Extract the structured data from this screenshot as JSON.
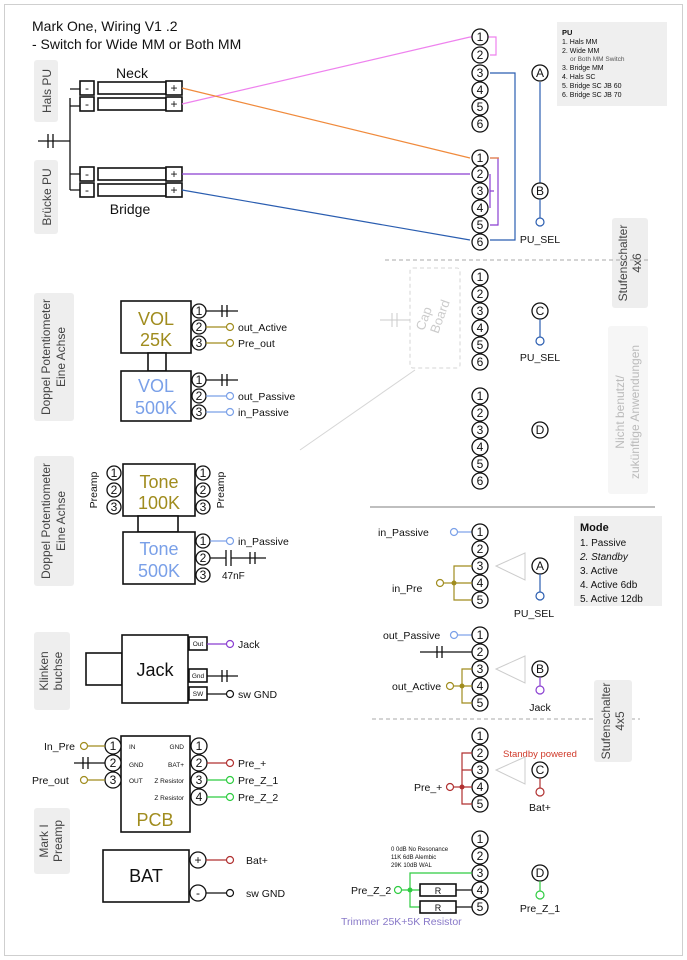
{
  "title": {
    "line1": "Mark One, Wiring V1 .2",
    "line2": "- Switch for Wide MM or Both MM"
  },
  "pickups": {
    "neck_label": "Neck",
    "bridge_label": "Bridge",
    "hals_tag": "Hals PU",
    "bruecke_tag": "Brücke PU",
    "minus": "-",
    "plus": "+"
  },
  "pu_legend": {
    "title": "PU",
    "items": [
      "1. Hals MM",
      "2. Wide MM",
      "or Both MM Switch",
      "3. Bridge MM",
      "4. Hals SC",
      "5. Bridge SC JB 60",
      "6. Bridge SC JB 70"
    ]
  },
  "switch_4x6": {
    "tag": "Stufenschalter",
    "tag2": "4x6",
    "unused_tag": "Nicht benutzt/",
    "unused_tag2": "zukünftige Anwendungen",
    "deck_a": "A",
    "deck_b": "B",
    "deck_c": "C",
    "deck_d": "D",
    "pu_sel_1": "PU_SEL",
    "pu_sel_2": "PU_SEL",
    "numbers": [
      "1",
      "2",
      "3",
      "4",
      "5",
      "6"
    ]
  },
  "cap_board": {
    "line1": "Cap",
    "line2": "Board"
  },
  "pot1": {
    "tag1": "Doppel Potentiometer",
    "tag2": "Eine Achse",
    "vol_active": "VOL",
    "vol_active_value": "25K",
    "vol_passive": "VOL",
    "vol_passive_value": "500K",
    "out_active": "out_Active",
    "pre_out": "Pre_out",
    "out_passive": "out_Passive",
    "in_passive": "in_Passive"
  },
  "pot2": {
    "tag1": "Doppel Potentiometer",
    "tag2": "Eine Achse",
    "tone_active": "Tone",
    "tone_active_value": "100K",
    "tone_passive": "Tone",
    "tone_passive_value": "500K",
    "preamp_left": "Preamp",
    "preamp_right": "Preamp",
    "in_passive": "in_Passive",
    "cap": "47nF"
  },
  "jack": {
    "tag1": "Klinken",
    "tag2": "buchse",
    "label": "Jack",
    "pin_out": "Out",
    "pin_gnd": "Gnd",
    "pin_sw": "SW",
    "out_label": "Jack",
    "sw_label": "sw GND"
  },
  "pcb": {
    "tag1": "Mark I",
    "tag2": "Preamp",
    "label": "PCB",
    "pin_in": "IN",
    "pin_gnd_l": "GND",
    "pin_out": "OUT",
    "pin_gnd_r": "GND",
    "pin_bat": "BAT+",
    "pin_z1": "Z Resistor",
    "pin_z2": "Z Resistor",
    "in_pre": "In_Pre",
    "pre_out": "Pre_out",
    "pre_plus": "Pre_+",
    "pre_z1": "Pre_Z_1",
    "pre_z2": "Pre_Z_2"
  },
  "bat": {
    "label": "BAT",
    "bat_plus": "Bat+",
    "sw_gnd": "sw GND"
  },
  "mode_legend": {
    "title": "Mode",
    "items": [
      "1. Passive",
      "2. Standby",
      "3. Active",
      "4. Active 6db",
      "5. Active 12db"
    ]
  },
  "switch_4x5": {
    "tag": "Stufenschalter",
    "tag2": "4x5",
    "in_passive": "in_Passive",
    "in_pre": "in_Pre",
    "pu_sel": "PU_SEL",
    "out_passive": "out_Passive",
    "out_active": "out_Active",
    "jack": "Jack",
    "standby": "Standby powered",
    "pre_plus": "Pre_+",
    "bat_plus": "Bat+",
    "pre_z2": "Pre_Z_2",
    "pre_z1": "Pre_Z_1",
    "resistor": "R",
    "trimmer": "Trimmer 25K+5K Resistor",
    "res_table": [
      "0        0dB  No Resonance",
      "11K   6dB  Alembic",
      "29K  10dB  WAL"
    ]
  },
  "colors": {
    "pink": "#ee82ee",
    "orange": "#f08a3c",
    "purple": "#8a3fd1",
    "blue": "#2a5db0",
    "olive": "#a08c1e",
    "light_blue": "#7aa0e8",
    "red": "#b03030",
    "green": "#2ecc40",
    "lavender": "#8878c8",
    "standby_red": "#d03a2a"
  }
}
